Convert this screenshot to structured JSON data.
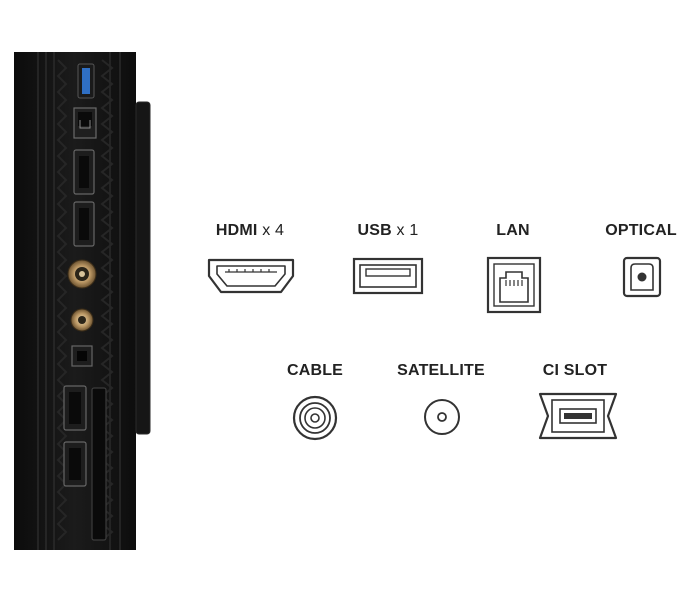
{
  "ports": [
    {
      "id": "hdmi",
      "name": "HDMI",
      "multiplier": " x 4",
      "icon": "hdmi-icon"
    },
    {
      "id": "usb",
      "name": "USB",
      "multiplier": " x 1",
      "icon": "usb-icon"
    },
    {
      "id": "lan",
      "name": "LAN",
      "multiplier": "",
      "icon": "lan-icon"
    },
    {
      "id": "optical",
      "name": "OPTICAL",
      "multiplier": "",
      "icon": "optical-icon"
    },
    {
      "id": "cable",
      "name": "CABLE",
      "multiplier": "",
      "icon": "cable-coax-icon"
    },
    {
      "id": "satellite",
      "name": "SATELLITE",
      "multiplier": "",
      "icon": "satellite-icon"
    },
    {
      "id": "ci-slot",
      "name": "CI SLOT",
      "multiplier": "",
      "icon": "ci-slot-icon"
    }
  ],
  "colors": {
    "tv_body": "#111111",
    "usb_accent": "#2f6fc4",
    "connector": "#c9a877",
    "icon_stroke": "#333333"
  }
}
